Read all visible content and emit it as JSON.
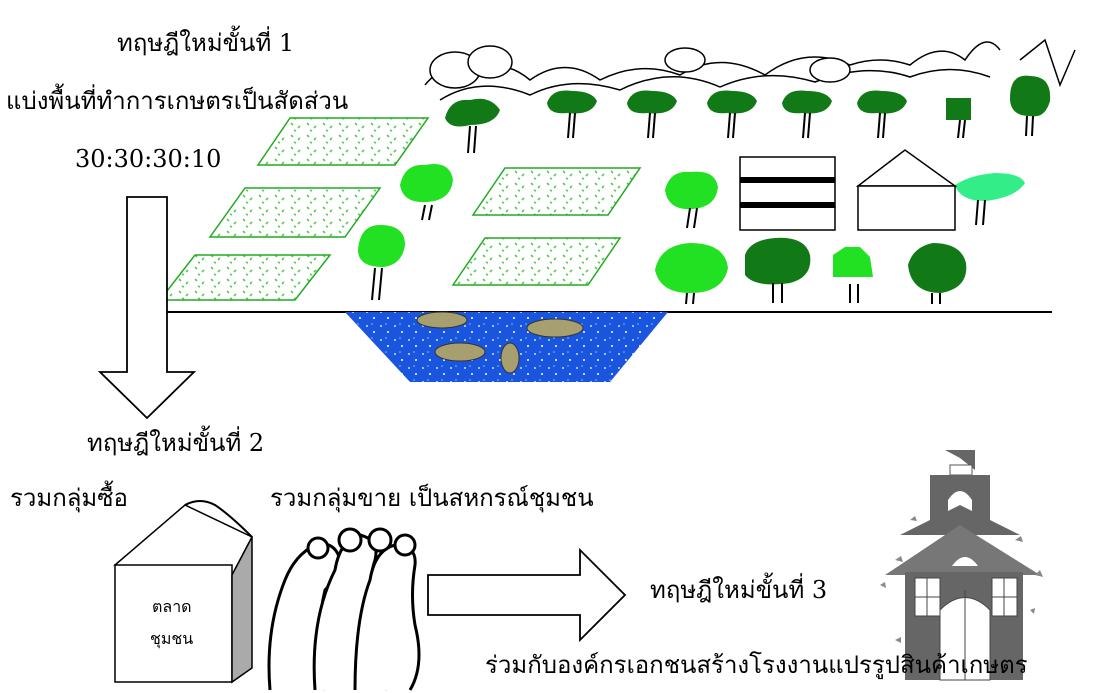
{
  "stage1": {
    "title": "ทฤษฎีใหม่ขั้นที่ 1",
    "subtitle": "แบ่งพื้นที่ทำการเกษตรเป็นสัดส่วน",
    "ratio": "30:30:30:10"
  },
  "stage2": {
    "title": "ทฤษฎีใหม่ขั้นที่ 2",
    "group_buy": "รวมกลุ่มซื้อ",
    "group_sell": "รวมกลุ่มขาย เป็นสหกรณ์ชุมชน",
    "market_line1": "ตลาด",
    "market_line2": "ชุมชน"
  },
  "stage3": {
    "title": "ทฤษฎีใหม่ขั้นที่ 3",
    "caption": "ร่วมกับองค์กรเอกชนสร้างโรงงานแปรรูปสินค้าเกษตร"
  },
  "icons": {
    "down_arrow": "down-arrow-icon",
    "right_arrow": "right-arrow-icon",
    "pond": "fish-pond-icon",
    "tree": "tree-icon",
    "house": "house-icon",
    "factory": "factory-building-icon",
    "people": "people-group-icon",
    "market": "market-box-icon"
  },
  "colors": {
    "field_fill": "#ffffff",
    "field_dot": "#55cc55",
    "tree_dark": "#117a17",
    "tree_light": "#22e022",
    "water": "#1a55e0",
    "building": "#666666"
  }
}
